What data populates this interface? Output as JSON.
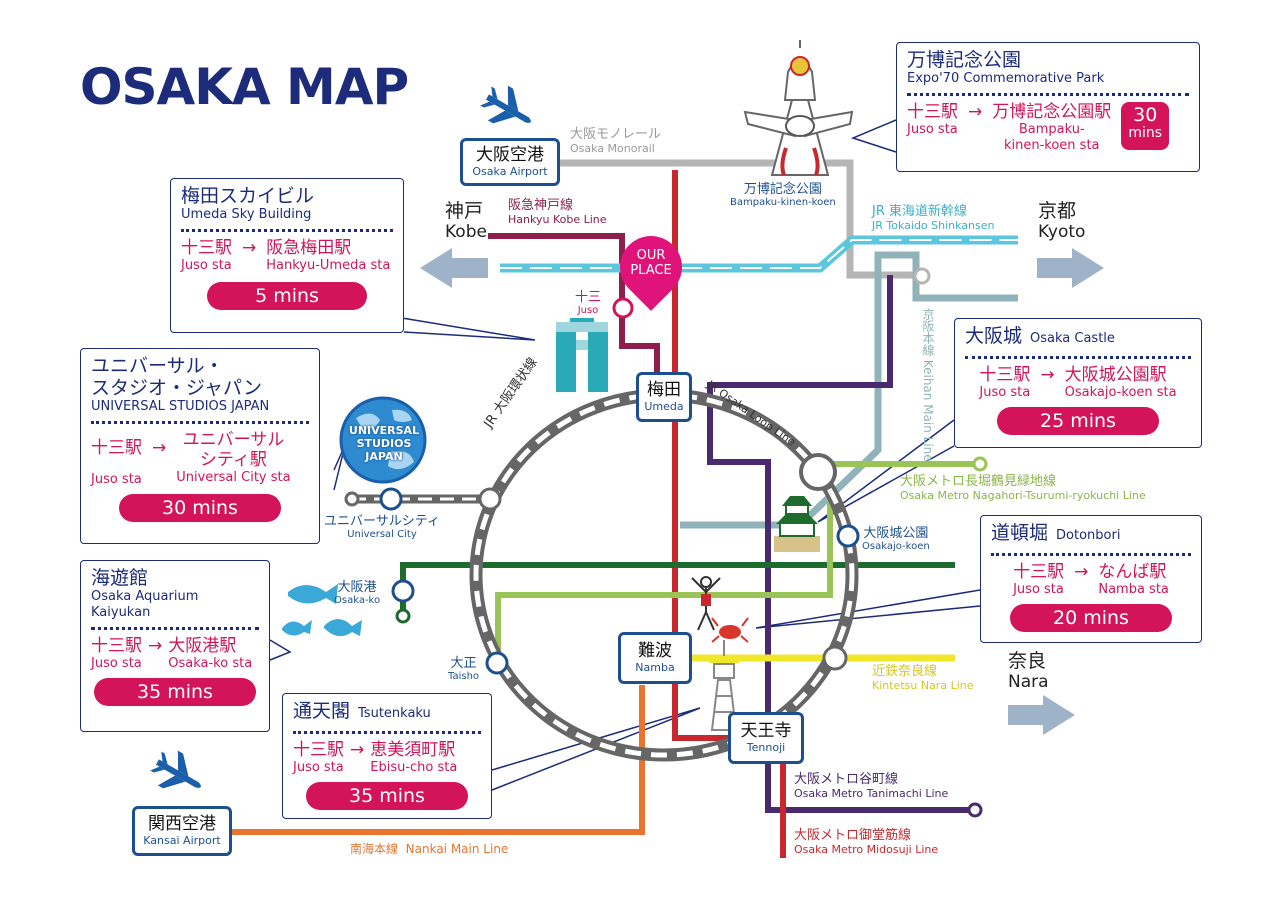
{
  "title": "OSAKA MAP",
  "place_marker": {
    "line1": "OUR",
    "line2": "PLACE"
  },
  "juso": {
    "jp": "十三",
    "en": "Juso"
  },
  "hubs": {
    "osaka_airport": {
      "jp": "大阪空港",
      "en": "Osaka Airport"
    },
    "kansai_airport": {
      "jp": "関西空港",
      "en": "Kansai Airport"
    },
    "umeda": {
      "jp": "梅田",
      "en": "Umeda"
    },
    "namba": {
      "jp": "難波",
      "en": "Namba"
    },
    "tennoji": {
      "jp": "天王寺",
      "en": "Tennoji"
    }
  },
  "cities": {
    "kobe": {
      "jp": "神戸",
      "en": "Kobe"
    },
    "kyoto": {
      "jp": "京都",
      "en": "Kyoto"
    },
    "nara": {
      "jp": "奈良",
      "en": "Nara"
    }
  },
  "lines": {
    "monorail": {
      "jp": "大阪モノレール",
      "en": "Osaka Monorail",
      "color": "#b5b5b5"
    },
    "hankyu": {
      "jp": "阪急神戸線",
      "en": "Hankyu Kobe Line",
      "color": "#8e1e4b"
    },
    "shinkansen": {
      "jp": "JR 東海道新幹線",
      "en": "JR Tokaido Shinkansen",
      "color": "#5bc7de"
    },
    "keihan": {
      "jp": "京阪本線",
      "en": "Keihan Main Line",
      "color": "#8fb3b8"
    },
    "loop": {
      "jp": "JR 大阪環状線",
      "en": "JR Osaka Loop Line",
      "color": "#666666"
    },
    "nagahori": {
      "jp": "大阪メトロ長堀鶴見緑地線",
      "en": "Osaka Metro Nagahori-Tsurumi-ryokuchi Line",
      "color": "#9bc457"
    },
    "kintetsu": {
      "jp": "近鉄奈良線",
      "en": "Kintetsu Nara Line",
      "color": "#f0e62a"
    },
    "tanimachi": {
      "jp": "大阪メトロ谷町線",
      "en": "Osaka Metro Tanimachi Line",
      "color": "#4a2a6e"
    },
    "midosuji": {
      "jp": "大阪メトロ御堂筋線",
      "en": "Osaka Metro Midosuji Line",
      "color": "#c8282d"
    },
    "nankai": {
      "jp": "南海本線",
      "en": "Nankai Main Line",
      "color": "#e8742e"
    },
    "chuo": {
      "color": "#1e6b2e"
    }
  },
  "stations": {
    "bampaku": {
      "jp": "万博記念公園",
      "en": "Bampaku-kinen-koen"
    },
    "universal": {
      "jp": "ユニバーサルシティ",
      "en": "Universal City"
    },
    "osakako": {
      "jp": "大阪港",
      "en": "Osaka-ko"
    },
    "taisho": {
      "jp": "大正",
      "en": "Taisho"
    },
    "osakajo": {
      "jp": "大阪城公園",
      "en": "Osakajo-koen"
    }
  },
  "usj_logo": {
    "line1": "UNIVERSAL STUDIOS",
    "line2": "JAPAN"
  },
  "cards": {
    "expo": {
      "name_jp": "万博記念公園",
      "name_en": "Expo'70 Commemorative Park",
      "from_jp": "十三駅",
      "from_en": "Juso sta",
      "to_jp": "万博記念公園駅",
      "to_en": "Bampaku-kinen-koen sta",
      "time_num": "30",
      "time_unit": "mins",
      "arrow": "→"
    },
    "umeda_sky": {
      "name_jp": "梅田スカイビル",
      "name_en": "Umeda Sky Building",
      "from_jp": "十三駅",
      "from_en": "Juso sta",
      "to_jp": "阪急梅田駅",
      "to_en": "Hankyu-Umeda sta",
      "time": "5 mins",
      "arrow": "→"
    },
    "usj": {
      "name_jp1": "ユニバーサル・",
      "name_jp2": "スタジオ・ジャパン",
      "name_en": "UNIVERSAL STUDIOS JAPAN",
      "from_jp": "十三駅",
      "from_en": "Juso sta",
      "to_jp1": "ユニバーサル",
      "to_jp2": "シティ駅",
      "to_en": "Universal City sta",
      "time": "30 mins",
      "arrow": "→"
    },
    "castle": {
      "name_jp": "大阪城",
      "name_en": "Osaka Castle",
      "from_jp": "十三駅",
      "from_en": "Juso sta",
      "to_jp": "大阪城公園駅",
      "to_en": "Osakajo-koen sta",
      "time": "25 mins",
      "arrow": "→"
    },
    "aquarium": {
      "name_jp": "海遊館",
      "name_en1": "Osaka Aquarium",
      "name_en2": "Kaiyukan",
      "from_jp": "十三駅",
      "from_en": "Juso sta",
      "to_jp": "大阪港駅",
      "to_en": "Osaka-ko sta",
      "time": "35 mins",
      "arrow": "→"
    },
    "dotonbori": {
      "name_jp": "道頓堀",
      "name_en": "Dotonbori",
      "from_jp": "十三駅",
      "from_en": "Juso sta",
      "to_jp": "なんば駅",
      "to_en": "Namba sta",
      "time": "20 mins",
      "arrow": "→"
    },
    "tsutenkaku": {
      "name_jp": "通天閣",
      "name_en": "Tsutenkaku",
      "from_jp": "十三駅",
      "from_en": "Juso sta",
      "to_jp": "恵美須町駅",
      "to_en": "Ebisu-cho sta",
      "time": "35 mins",
      "arrow": "→"
    }
  }
}
